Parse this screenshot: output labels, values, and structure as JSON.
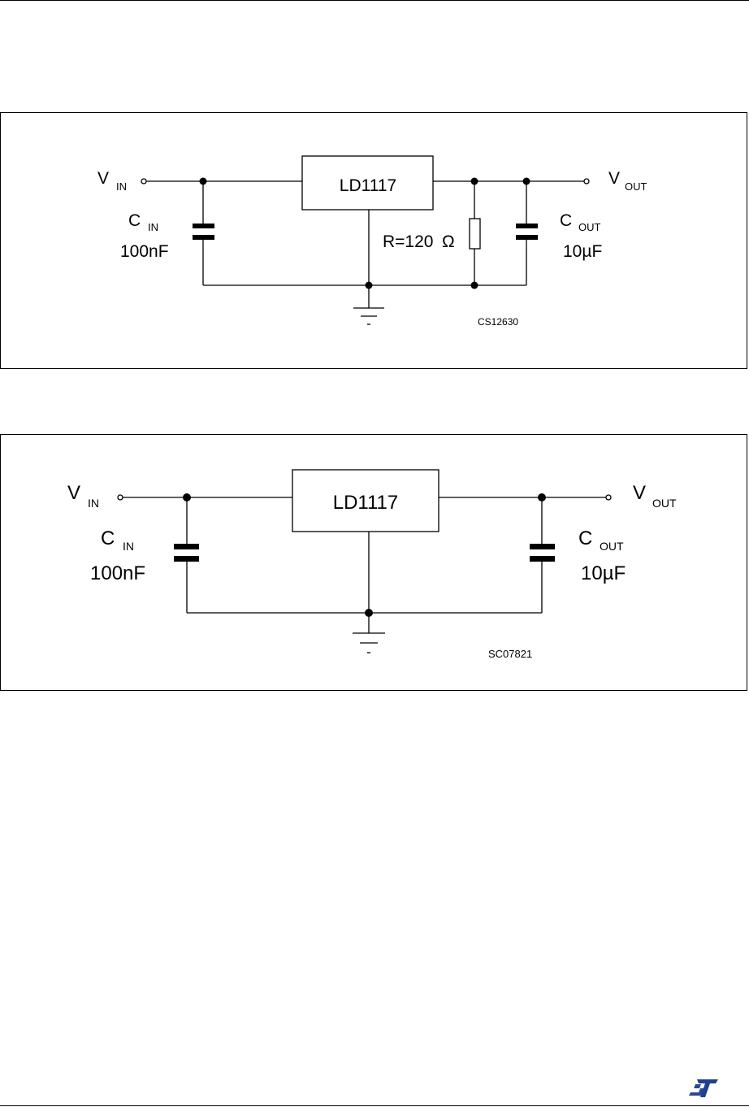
{
  "figures": [
    {
      "id": "fig1",
      "ic_label": "LD1117",
      "vin_label": "V",
      "vin_sub": "IN",
      "vout_label": "V",
      "vout_sub": "OUT",
      "cin_label": "C",
      "cin_sub": "IN",
      "cin_value": "100nF",
      "cout_label": "C",
      "cout_sub": "OUT",
      "cout_value": "10µF",
      "resistor_label": "R=120",
      "resistor_unit": "Ω",
      "ref_code": "CS12630"
    },
    {
      "id": "fig2",
      "ic_label": "LD1117",
      "vin_label": "V",
      "vin_sub": "IN",
      "vout_label": "V",
      "vout_sub": "OUT",
      "cin_label": "C",
      "cin_sub": "IN",
      "cin_value": "100nF",
      "cout_label": "C",
      "cout_sub": "OUT",
      "cout_value": "10µF",
      "ref_code": "SC07821"
    }
  ],
  "footer": {
    "logo_icon": "st-logo-icon",
    "logo_color": "#1f3f8f"
  }
}
